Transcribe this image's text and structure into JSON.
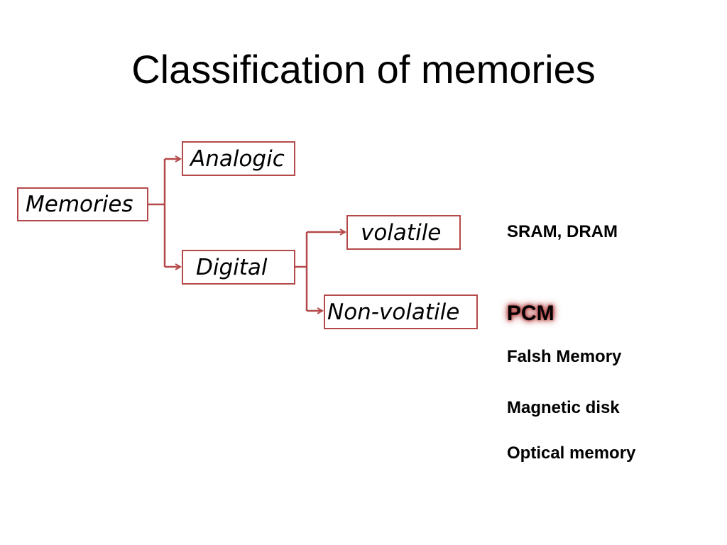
{
  "title": "Classification of memories",
  "nodes": {
    "memories": "Memories",
    "analogic": "Analogic",
    "digital": "Digital",
    "volatile": "volatile",
    "non_volatile": "Non-volatile"
  },
  "examples": {
    "volatile": "SRAM, DRAM",
    "non_volatile": [
      "PCM",
      "Falsh Memory",
      "Magnetic disk",
      "Optical memory"
    ]
  },
  "colors": {
    "connector": "#b5494a",
    "highlight_glow": "#b5494a"
  }
}
